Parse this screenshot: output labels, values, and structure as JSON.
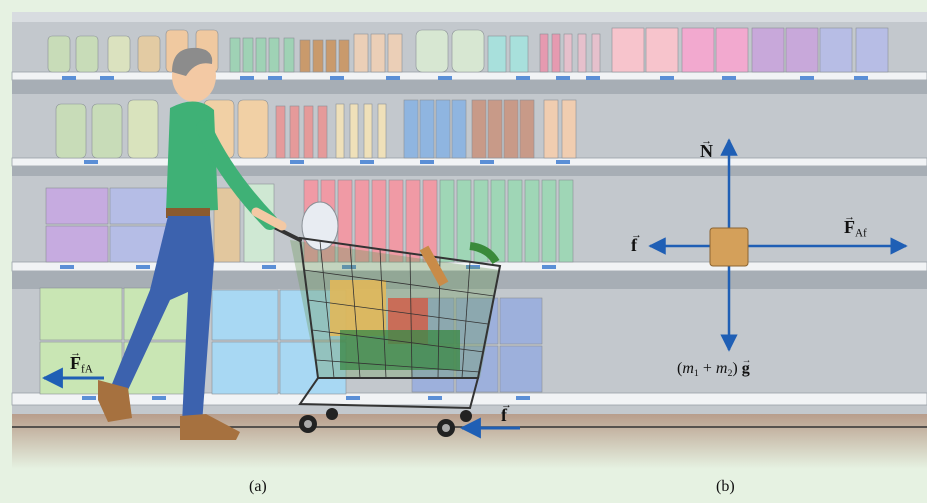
{
  "captions": {
    "a": "(a)",
    "b": "(b)"
  },
  "labels": {
    "ffa_main": "F",
    "ffa_sub": "fA",
    "f_cart": "f",
    "n": "N",
    "f_left": "f",
    "faf_main": "F",
    "faf_sub": "Af",
    "weight_m1": "m",
    "weight_m1_sub": "1",
    "weight_plus": "+",
    "weight_m2": "m",
    "weight_m2_sub": "2",
    "weight_g": "g"
  },
  "colors": {
    "background": "#e6f2e2",
    "shelf_back": "#c7ccd1",
    "shelf_edge": "#eef1f3",
    "price_tag": "#5b8fd6",
    "arrow": "#1f5fb5",
    "box": "#d4a05a",
    "floor": "#c9b3a3"
  }
}
